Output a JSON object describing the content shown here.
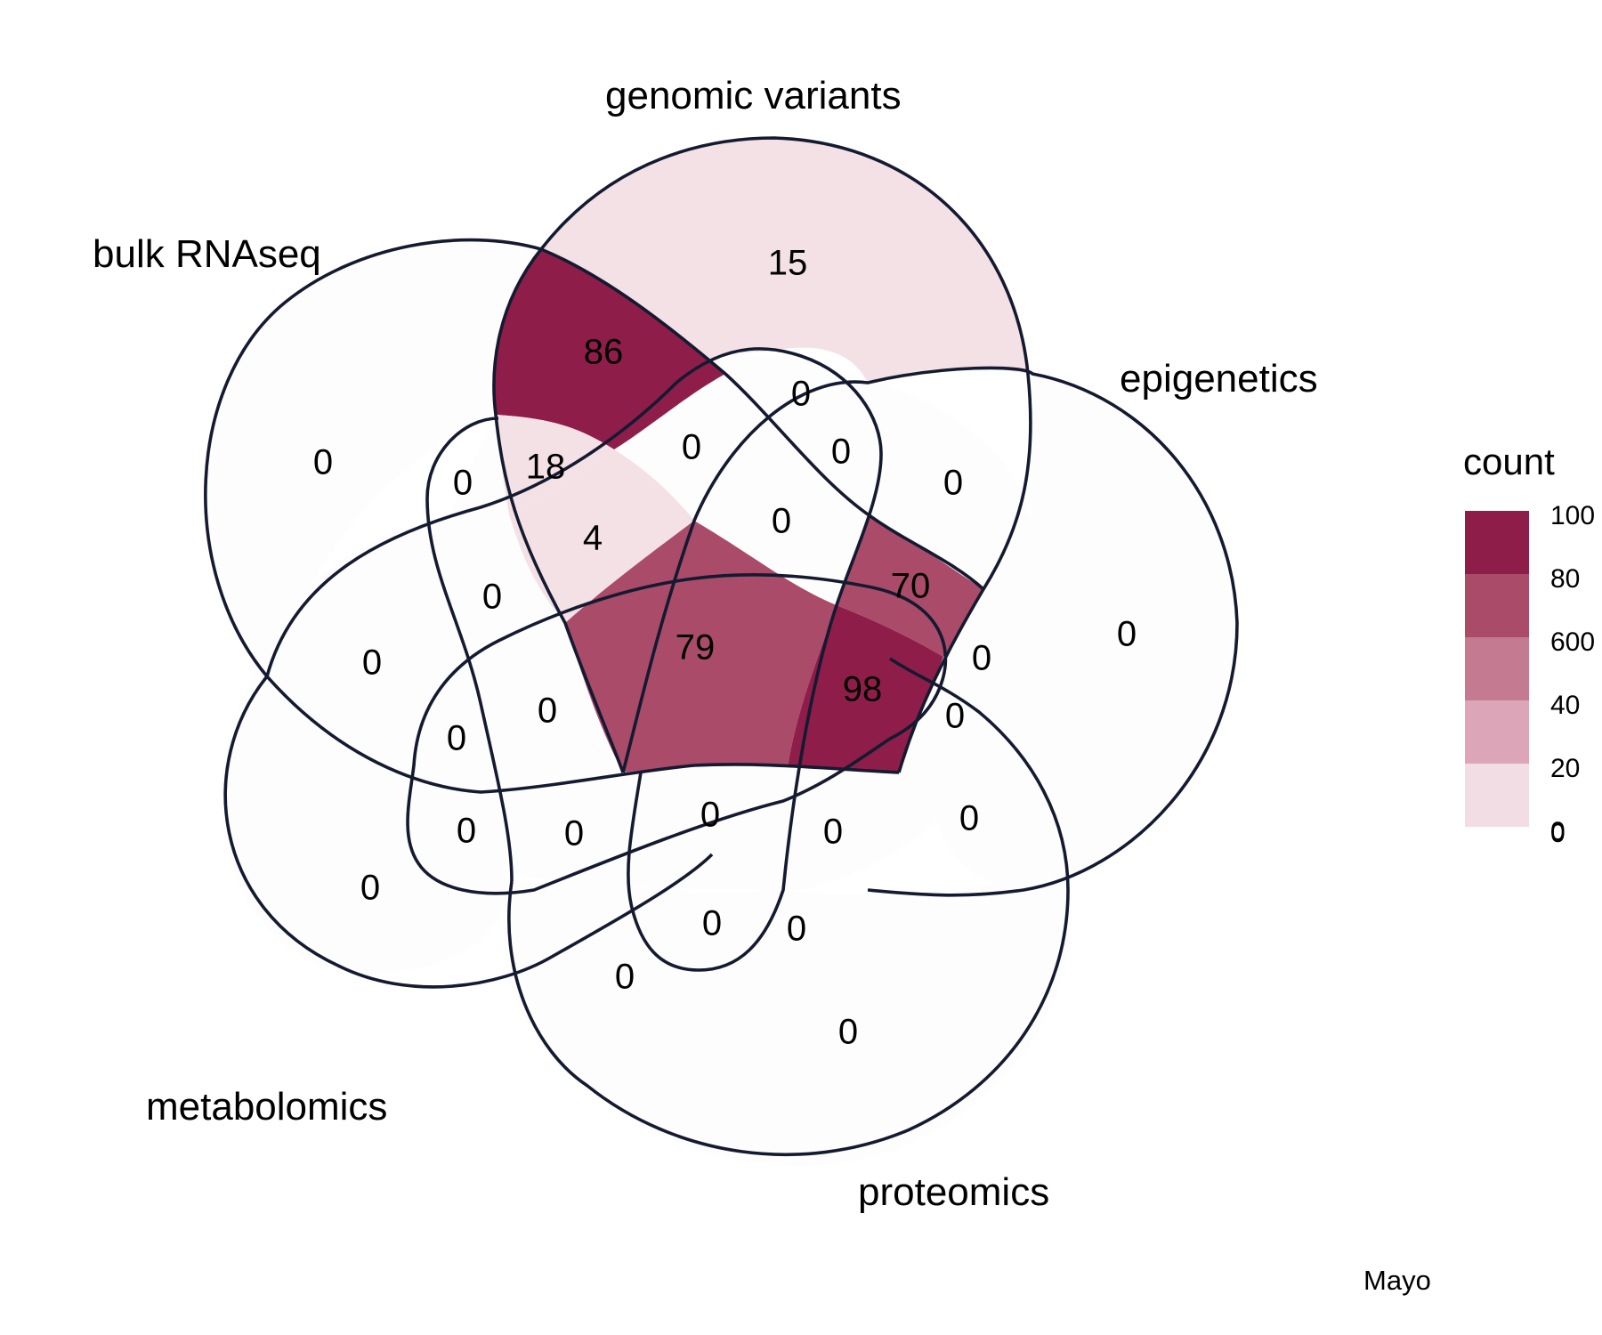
{
  "diagram": {
    "type": "venn",
    "sets": [
      {
        "key": "genomic",
        "label": "genomic variants"
      },
      {
        "key": "bulk",
        "label": "bulk RNAseq"
      },
      {
        "key": "epi",
        "label": "epigenetics"
      },
      {
        "key": "meta",
        "label": "metabolomics"
      },
      {
        "key": "prot",
        "label": "proteomics"
      }
    ],
    "regions": [
      {
        "id": "r-genomic-only",
        "sets": [
          "genomic"
        ],
        "count": 15,
        "label": "15"
      },
      {
        "id": "r-genomic-bulk",
        "sets": [
          "genomic",
          "bulk"
        ],
        "count": 86,
        "label": "86"
      },
      {
        "id": "r-genomic-bulk-meta",
        "sets": [
          "genomic",
          "bulk",
          "meta"
        ],
        "count": 18,
        "label": "18"
      },
      {
        "id": "r-genomic-bulk-meta-epi",
        "sets": [
          "genomic",
          "bulk",
          "meta",
          "epi"
        ],
        "count": 4,
        "label": "4"
      },
      {
        "id": "r-all-five",
        "sets": [
          "genomic",
          "bulk",
          "epi",
          "meta",
          "prot"
        ],
        "count": 79,
        "label": "79"
      },
      {
        "id": "r-genomic-epi-bulk-prot",
        "sets": [
          "genomic",
          "epi",
          "bulk",
          "prot"
        ],
        "count": 98,
        "label": "98"
      },
      {
        "id": "r-genomic-epi-bulk",
        "sets": [
          "genomic",
          "epi",
          "bulk"
        ],
        "count": 70,
        "label": "70"
      },
      {
        "id": "r-zero",
        "count": 0,
        "label": "0"
      }
    ],
    "zero_label": "0"
  },
  "legend": {
    "title": "count",
    "ticks": [
      "100",
      "80",
      "600",
      "40",
      "20",
      "0",
      "0"
    ],
    "colors": [
      "#8f1d4a",
      "#a94b69",
      "#c47b92",
      "#dda6b8",
      "#f1dde3"
    ]
  },
  "credit": "Mayo",
  "colors": {
    "outline": "#141a30",
    "background_fill": "#fdfdfd",
    "high": "#8f1d4a",
    "mid": "#a94b69",
    "low": "#f4e1e6"
  }
}
